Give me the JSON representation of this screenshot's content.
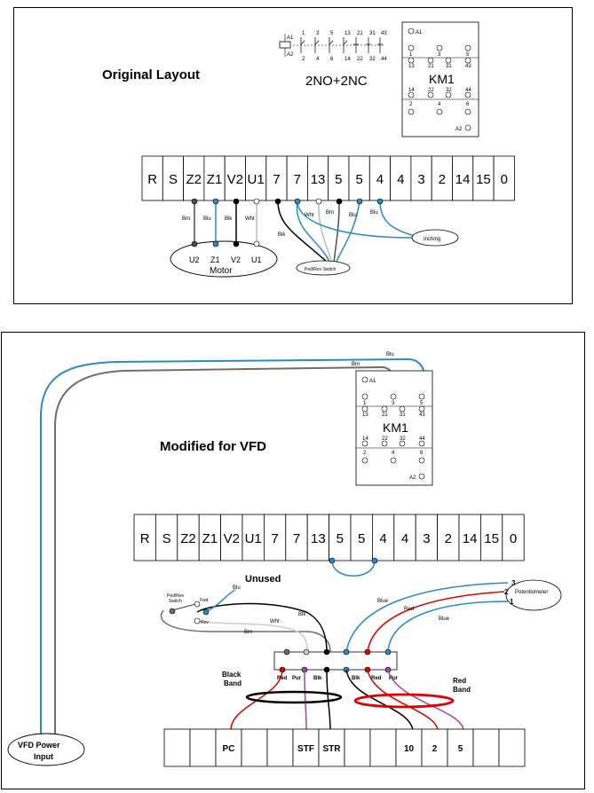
{
  "top": {
    "title": "Original Layout",
    "contact_type": "2NO+2NC",
    "contact_top_nums": [
      "1",
      "3",
      "5",
      "13",
      "21",
      "31",
      "43"
    ],
    "contact_bottom_nums": [
      "2",
      "4",
      "6",
      "14",
      "22",
      "32",
      "44"
    ],
    "coil_a1": "A1",
    "coil_a2": "A2",
    "terminals": [
      "R",
      "S",
      "Z2",
      "Z1",
      "V2",
      "U1",
      "7",
      "7",
      "13",
      "5",
      "5",
      "4",
      "4",
      "3",
      "2",
      "14",
      "15",
      "0"
    ],
    "wire_labels": {
      "brn1": "Brn",
      "blu1": "Blu",
      "blk1": "Blk",
      "wht1": "Wht",
      "blk2": "Blk",
      "wht2": "Wht",
      "brn2": "Brn",
      "blu2": "Blu",
      "blu3": "Blu"
    },
    "motor": {
      "terms": [
        "U2",
        "Z1",
        "V2",
        "U1"
      ],
      "label": "Motor"
    },
    "inching": "Inching",
    "switch": "Ped/Rev Switch"
  },
  "contactor": {
    "a1": "A1",
    "a2": "A2",
    "row1": [
      "1",
      "3",
      "5"
    ],
    "row2": [
      "13",
      "21",
      "31",
      "43"
    ],
    "name": "KM1",
    "row3": [
      "14",
      "22",
      "32",
      "44"
    ],
    "row4": [
      "2",
      "4",
      "6"
    ]
  },
  "bottom": {
    "title": "Modified for VFD",
    "terminals": [
      "R",
      "S",
      "Z2",
      "Z1",
      "V2",
      "U1",
      "7",
      "7",
      "13",
      "5",
      "5",
      "4",
      "4",
      "3",
      "2",
      "14",
      "15",
      "0"
    ],
    "unused": "Unused",
    "wire_labels": {
      "blu_top": "Blu",
      "brn_top": "Brn",
      "blu_sw": "Blu",
      "blk_sw": "Blk",
      "wht_sw": "Wht",
      "brn_sw": "Brn",
      "blue_pot3": "Blue",
      "red_pot2": "Red",
      "blue_pot1": "Blue"
    },
    "switch": {
      "line1": "Ped/Rev",
      "line2": "Switch",
      "fwd": "Fwd",
      "rev": "Rev"
    },
    "potentiometer": {
      "label": "Potentiometer",
      "pins": [
        "3",
        "2",
        "1"
      ]
    },
    "mid_labels": [
      "Red",
      "Pur",
      "Blk",
      "Blk",
      "Red",
      "Pur"
    ],
    "black_band": [
      "Black",
      "Band"
    ],
    "red_band": [
      "Red",
      "Band"
    ],
    "vfd_terminals": [
      "",
      "",
      "PC",
      "",
      "",
      "STF",
      "STR",
      "",
      "",
      "10",
      "2",
      "5",
      "",
      ""
    ],
    "vfd_power": [
      "VFD Power",
      "Input"
    ]
  }
}
